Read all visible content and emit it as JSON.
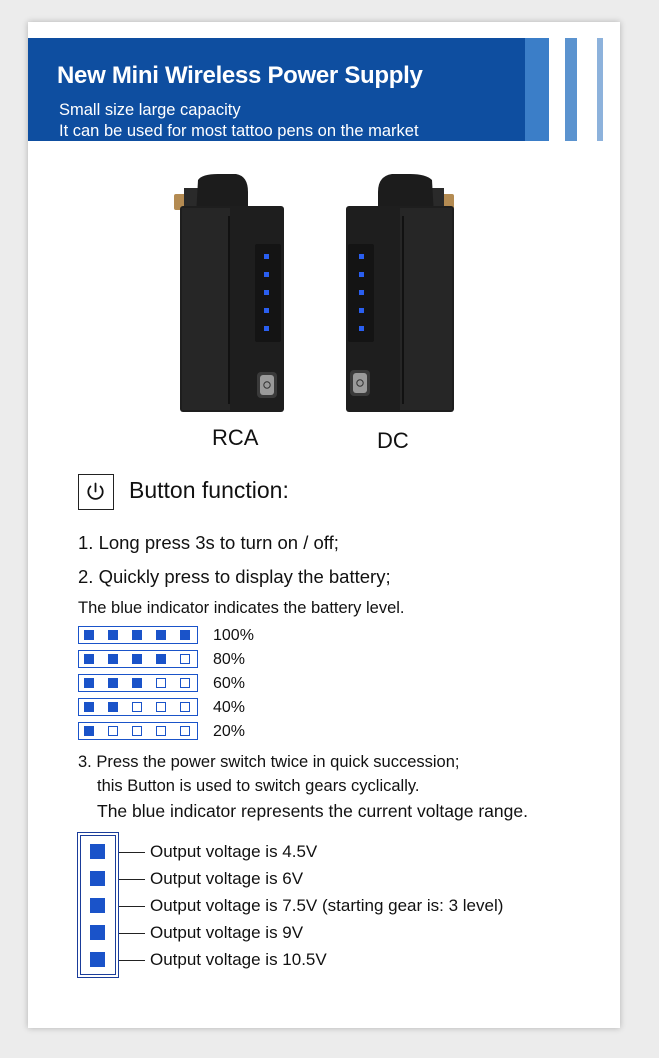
{
  "header": {
    "title": "New Mini Wireless Power Supply",
    "subtitle_1": "Small size  large capacity",
    "subtitle_2": "It can be used for most tattoo pens on the market"
  },
  "devices": [
    {
      "label": "RCA",
      "icon": "rca-power-supply"
    },
    {
      "label": "DC",
      "icon": "dc-power-supply"
    }
  ],
  "button_function": {
    "icon": "power-icon",
    "title": "Button function:",
    "steps": [
      "1. Long press 3s to turn on / off;",
      "2. Quickly press to display the battery;"
    ],
    "battery_note": "The blue indicator indicates the battery level.",
    "battery_levels": [
      {
        "label": "100%",
        "filled": 5
      },
      {
        "label": "80%",
        "filled": 4
      },
      {
        "label": "60%",
        "filled": 3
      },
      {
        "label": "40%",
        "filled": 2
      },
      {
        "label": "20%",
        "filled": 1
      }
    ],
    "step3_lines": [
      "3. Press the power switch twice in quick succession;",
      "this Button is used to switch gears cyclically.",
      "The blue indicator represents the current voltage range."
    ],
    "voltages": [
      "Output voltage is 4.5V",
      "Output voltage is 6V",
      "Output voltage is 7.5V (starting gear is: 3 level)",
      "Output voltage is 9V",
      "Output voltage is 10.5V"
    ]
  },
  "colors": {
    "banner": "#0e4ea0",
    "indicator_blue": "#1a53c9"
  }
}
